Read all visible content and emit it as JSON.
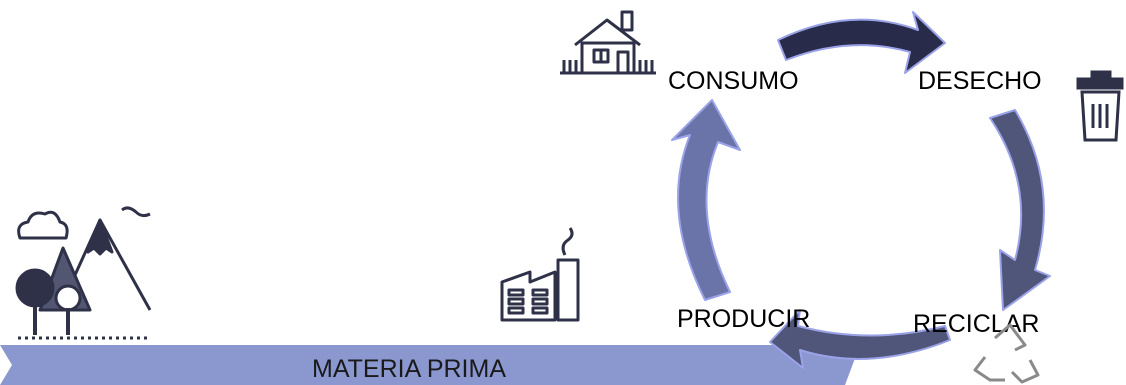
{
  "stages": {
    "consumo": "CONSUMO",
    "desecho": "DESECHO",
    "reciclar": "RECICLAR",
    "producir": "PRODUCIR"
  },
  "band": {
    "label": "MATERIA PRIMA"
  },
  "colors": {
    "arrow_dark": "#282b49",
    "arrow_mid": "#505679",
    "arrow_light": "#6b74a8",
    "arrow_outline": "#9aa2e8",
    "band": "#8b98d0",
    "icon": "#2e3148"
  },
  "icons": [
    "house-icon",
    "trash-icon",
    "recycle-icon",
    "factory-icon",
    "nature-icon"
  ]
}
